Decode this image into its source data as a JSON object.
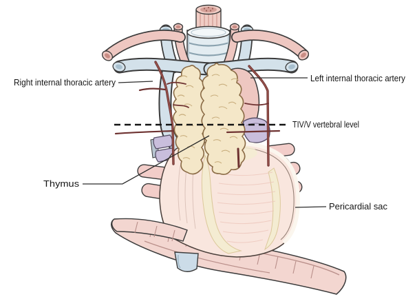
{
  "figure": {
    "type": "anatomical-diagram",
    "subject": "Thymus and pericardial sac with internal thoracic arteries, anterior view of mediastinum"
  },
  "labels": {
    "right_internal_thoracic_artery": "Right internal thoracic artery",
    "left_internal_thoracic_artery": "Left internal thoracic artery",
    "tiv_v_vertebral_level": "TIV/V vertebral level",
    "thymus": "Thymus",
    "pericardial_sac": "Pericardial sac"
  },
  "palette": {
    "background": "#ffffff",
    "label_text": "#141414",
    "leader_line": "#2b2b2b",
    "outline": "#3a3a3a",
    "artery_pink": "#eec7c1",
    "artery_pink_deep": "#c98d85",
    "vein_blue": "#d3e1ea",
    "vein_blue_deep": "#a8c0cf",
    "trachea_fill": "#e3ecf1",
    "trachea_ring": "#8aa2af",
    "esophagus_pink": "#f0cdc5",
    "thymus_cream": "#f4e7c8",
    "thymus_outline": "#8a6b45",
    "thymus_lobule": "#c9ae7e",
    "heart_pink": "#f9e6de",
    "fat_cream": "#f4ecd2",
    "pericardium_rim": "#fbf6ee",
    "pericardium_rim_line": "#8a766a",
    "ita_maroon": "#6e3231",
    "ita_core": "#a05a52",
    "purple_stump": "#c9bedc",
    "purple_outline": "#564e66",
    "rib_pink": "#f2cdc9",
    "diaphragm_pink": "#f3d6d0",
    "diaphragm_shade": "#b98f8a",
    "ivc_blue": "#ccdce8"
  }
}
